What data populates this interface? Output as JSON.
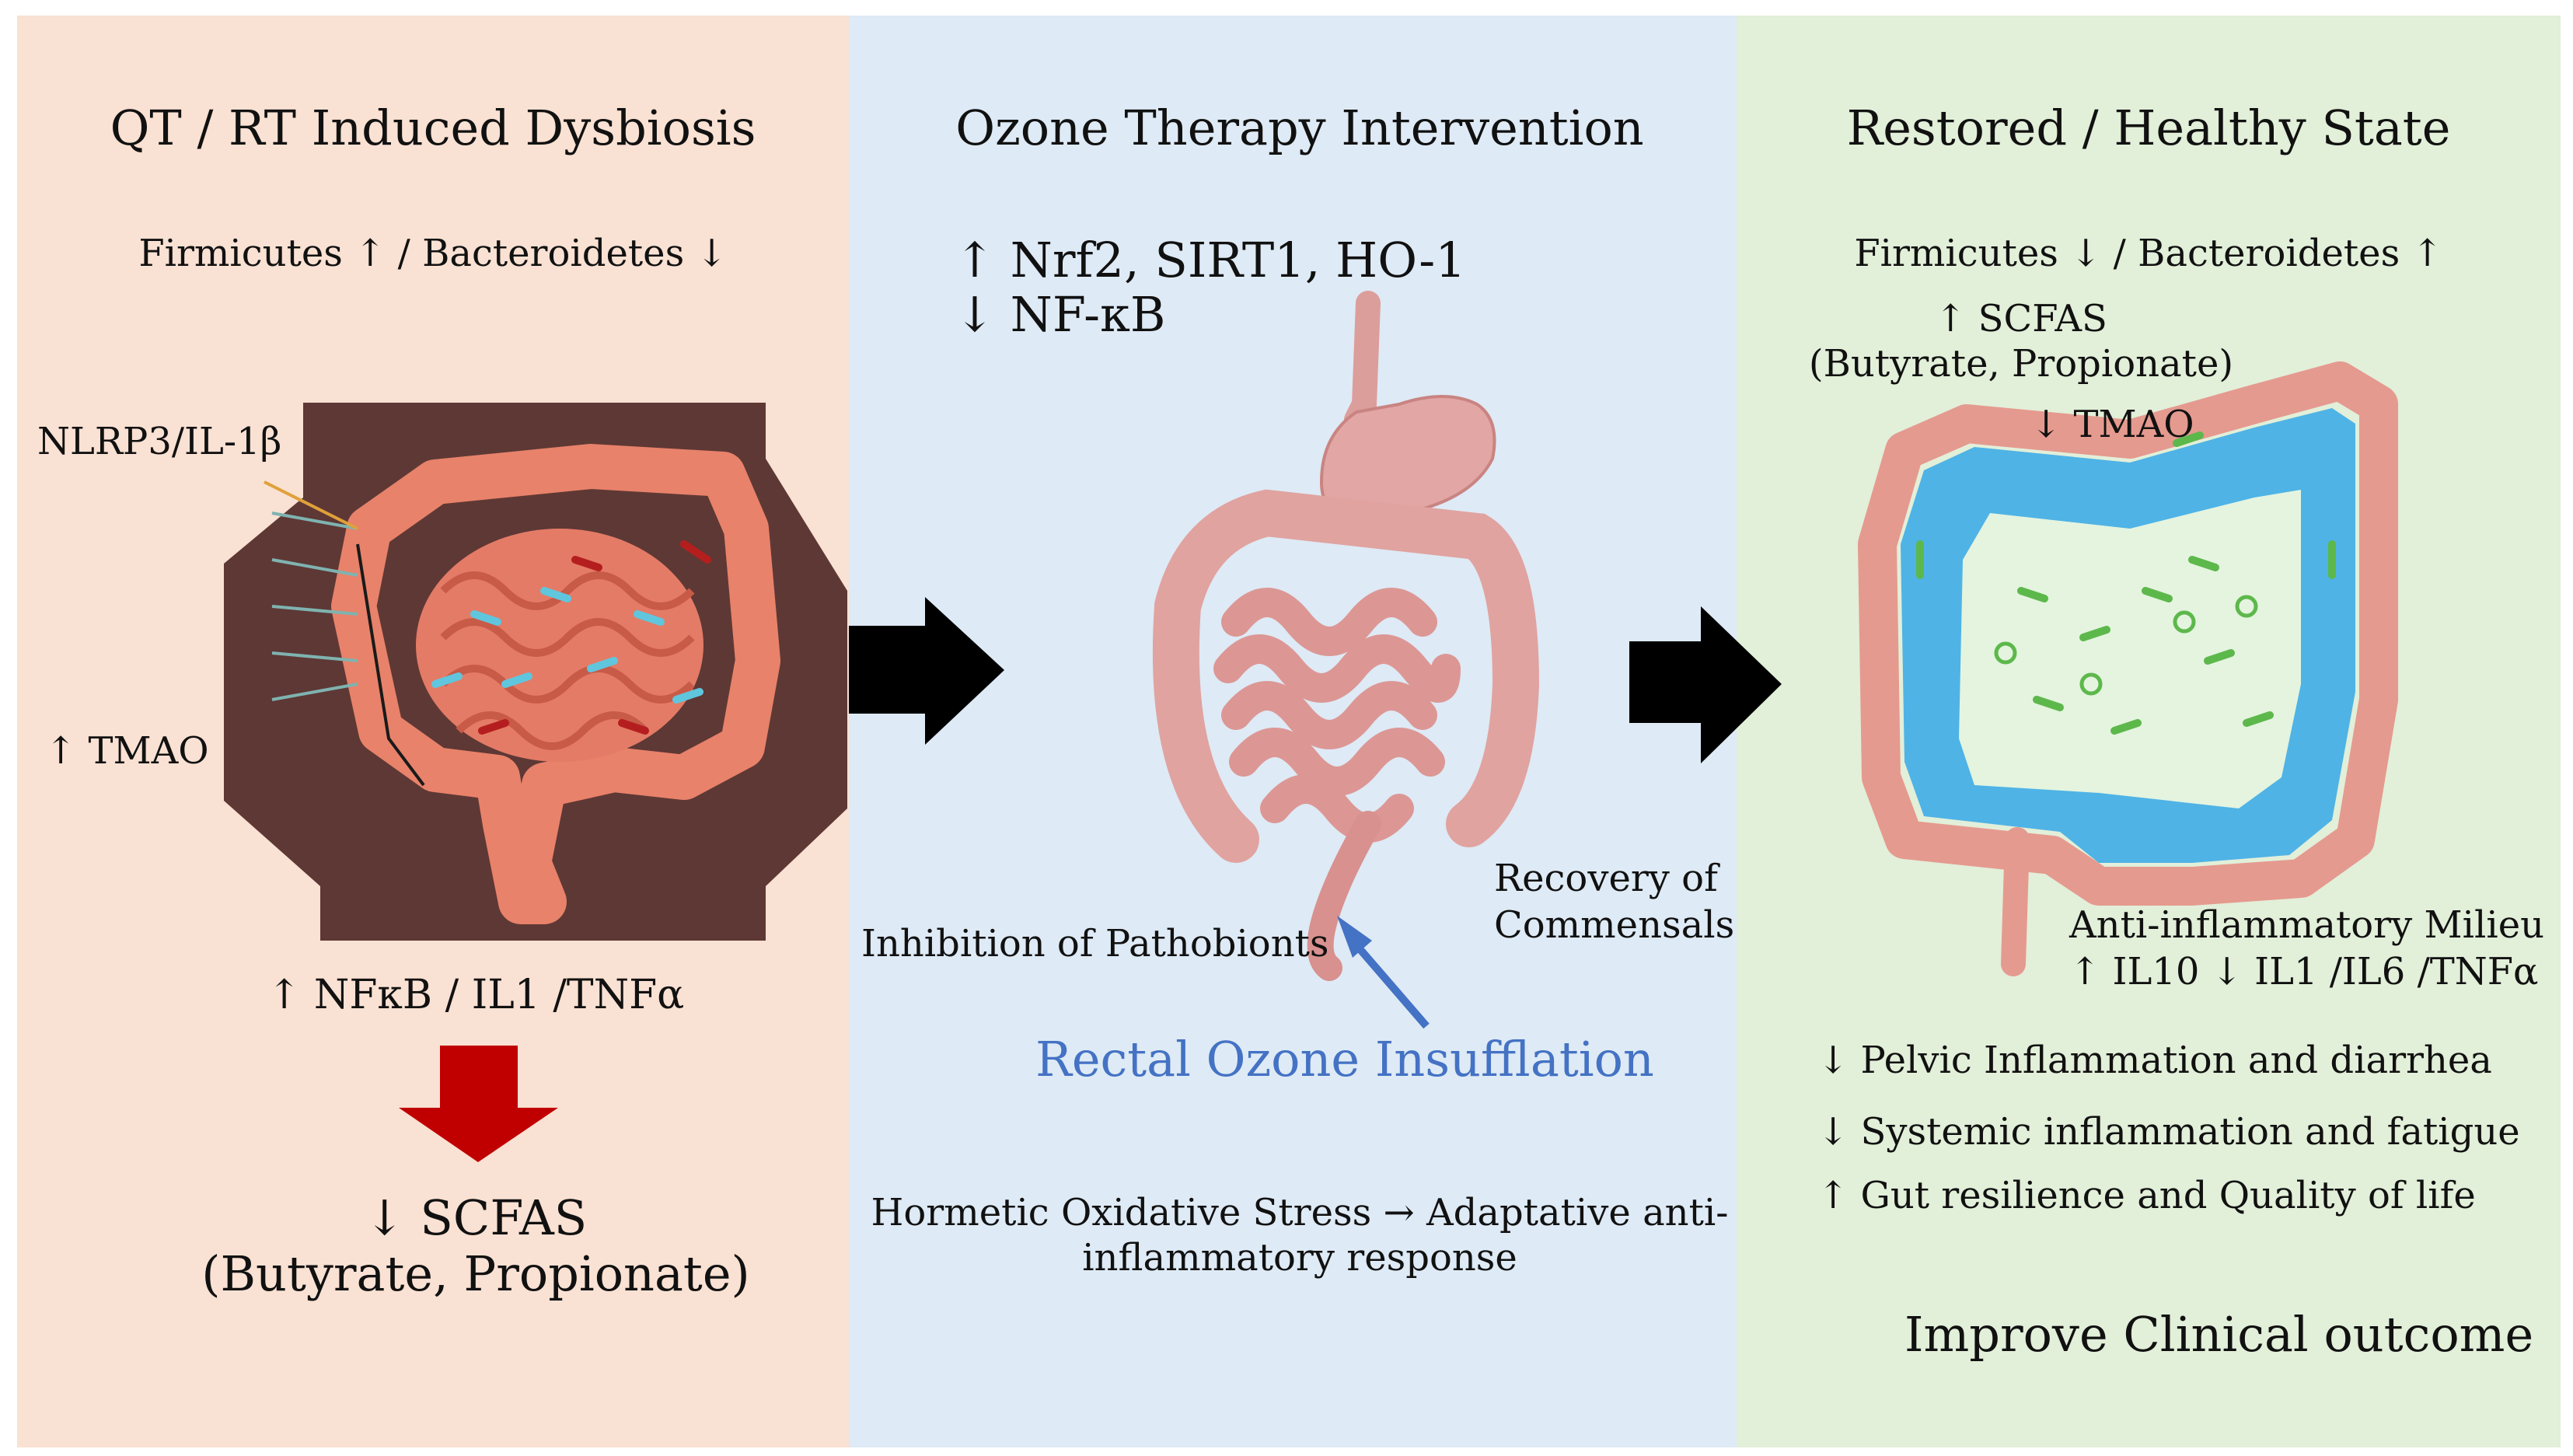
{
  "colors": {
    "left_bg": "#f9e1d3",
    "middle_bg": "#deeaf5",
    "right_bg": "#e2efd9",
    "arrow_black": "#000000",
    "arrow_red": "#c00000",
    "blue_text": "#4472c4"
  },
  "left": {
    "title": "QT / RT Induced Dysbiosis",
    "ratio": "Firmicutes ↑ / Bacteroidetes ↓",
    "nlrp3": "NLRP3/IL-1β",
    "tmao": "↑ TMAO",
    "cytokines": "↑ NFκB / IL1 /TNFα",
    "scfas": "↓ SCFAS",
    "scfas_detail": "(Butyrate, Propionate)"
  },
  "middle": {
    "title": "Ozone Therapy Intervention",
    "markers_up": "↑ Nrf2, SIRT1, HO-1",
    "markers_down": "↓ NF-κB",
    "recovery_line1": "Recovery of",
    "recovery_line2": "Commensals",
    "inhibition": "Inhibition of Pathobionts",
    "insufflation": "Rectal Ozone Insufflation",
    "hormetic_line1": "Hormetic Oxidative Stress → Adaptative anti-",
    "hormetic_line2": "inflammatory response"
  },
  "right": {
    "title": "Restored / Healthy State",
    "ratio": "Firmicutes ↓ / Bacteroidetes ↑",
    "scfas": "↑ SCFAS",
    "scfas_detail": "(Butyrate, Propionate)",
    "tmao": "↓ TMAO",
    "milieu": "Anti-inflammatory Milieu",
    "milieu_markers": "↑ IL10 ↓ IL1 /IL6 /TNFα",
    "benefit1": "↓ Pelvic Inflammation and diarrhea",
    "benefit2": "↓ Systemic inflammation and fatigue",
    "benefit3": "↑ Gut resilience and Quality of life",
    "outcome": "Improve Clinical outcome"
  }
}
